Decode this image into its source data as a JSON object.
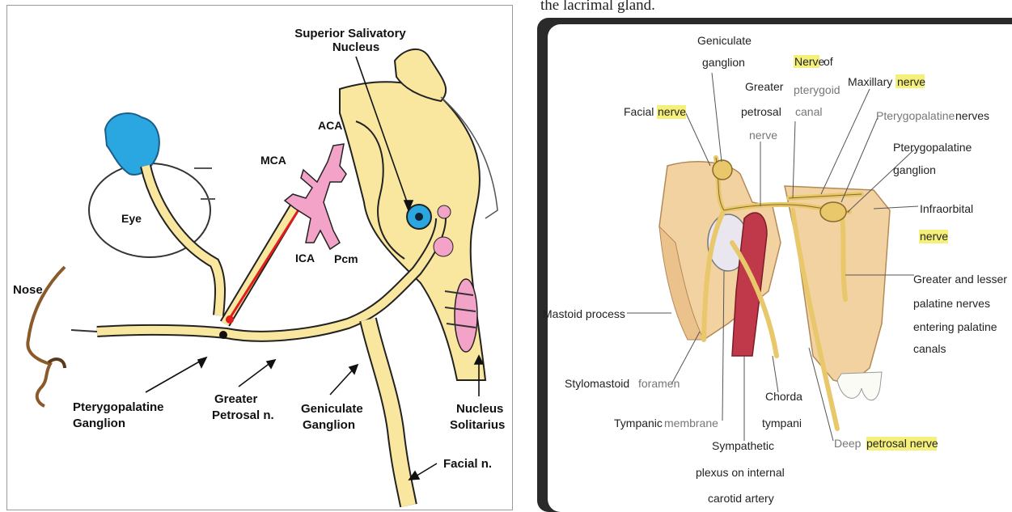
{
  "left_diagram": {
    "labels": {
      "nucleus_title_1": "Superior Salivatory",
      "nucleus_title_2": "Nucleus",
      "aca": "ACA",
      "mca": "MCA",
      "ica": "ICA",
      "pcm": "Pcm",
      "eye": "Eye",
      "nose": "Nose",
      "ppg_1": "Pterygopalatine",
      "ppg_2": "Ganglion",
      "gpn_1": "Greater",
      "gpn_2": "Petrosal n.",
      "gg_1": "Geniculate",
      "gg_2": "Ganglion",
      "ns_1": "Nucleus",
      "ns_2": "Solitarius",
      "facial": "Facial n."
    },
    "colors": {
      "nerve_fill": "#f9e79f",
      "outline": "#222222",
      "eye_blue": "#2aa7e0",
      "artery_pink": "#f4a3c8",
      "red_fiber": "#e21c1c"
    }
  },
  "caption_snippet": "the lacrimal gland.",
  "right_diagram": {
    "labels": {
      "gen_1": "Geniculate",
      "gen_2": "ganglion",
      "gp_1": "Greater",
      "gp_2": "petrosal",
      "gp_3": "nerve",
      "np_1a": "Nerve",
      "np_1b": "of",
      "np_2": "pterygoid",
      "np_3": "canal",
      "max_a": "Maxillary",
      "max_b": "nerve",
      "facial_a": "Facial",
      "facial_b": "nerve",
      "ptn_a": "Pterygopalatine",
      "ptn_b": "nerves",
      "ptg_1": "Pterygopalatine",
      "ptg_2": "ganglion",
      "io_1": "Infraorbital",
      "io_2": "nerve",
      "gl_1": "Greater and lesser",
      "gl_2": "palatine nerves",
      "gl_3": "entering palatine",
      "gl_4": "canals",
      "mastoid": "Mastoid process",
      "stylo_a": "Stylomastoid",
      "stylo_b": "foramen",
      "tymp_a": "Tympanic",
      "tymp_b": "membrane",
      "chorda_1": "Chorda",
      "chorda_2": "tympani",
      "symp_1": "Sympathetic",
      "symp_2": "plexus on internal",
      "symp_3": "carotid artery",
      "deep_a": "Deep",
      "deep_b": "petrosal nerve"
    },
    "colors": {
      "highlight": "#f5f07a",
      "bone": "#f3d2a2",
      "nerve": "#e8c86a",
      "artery": "#c0394a"
    }
  }
}
